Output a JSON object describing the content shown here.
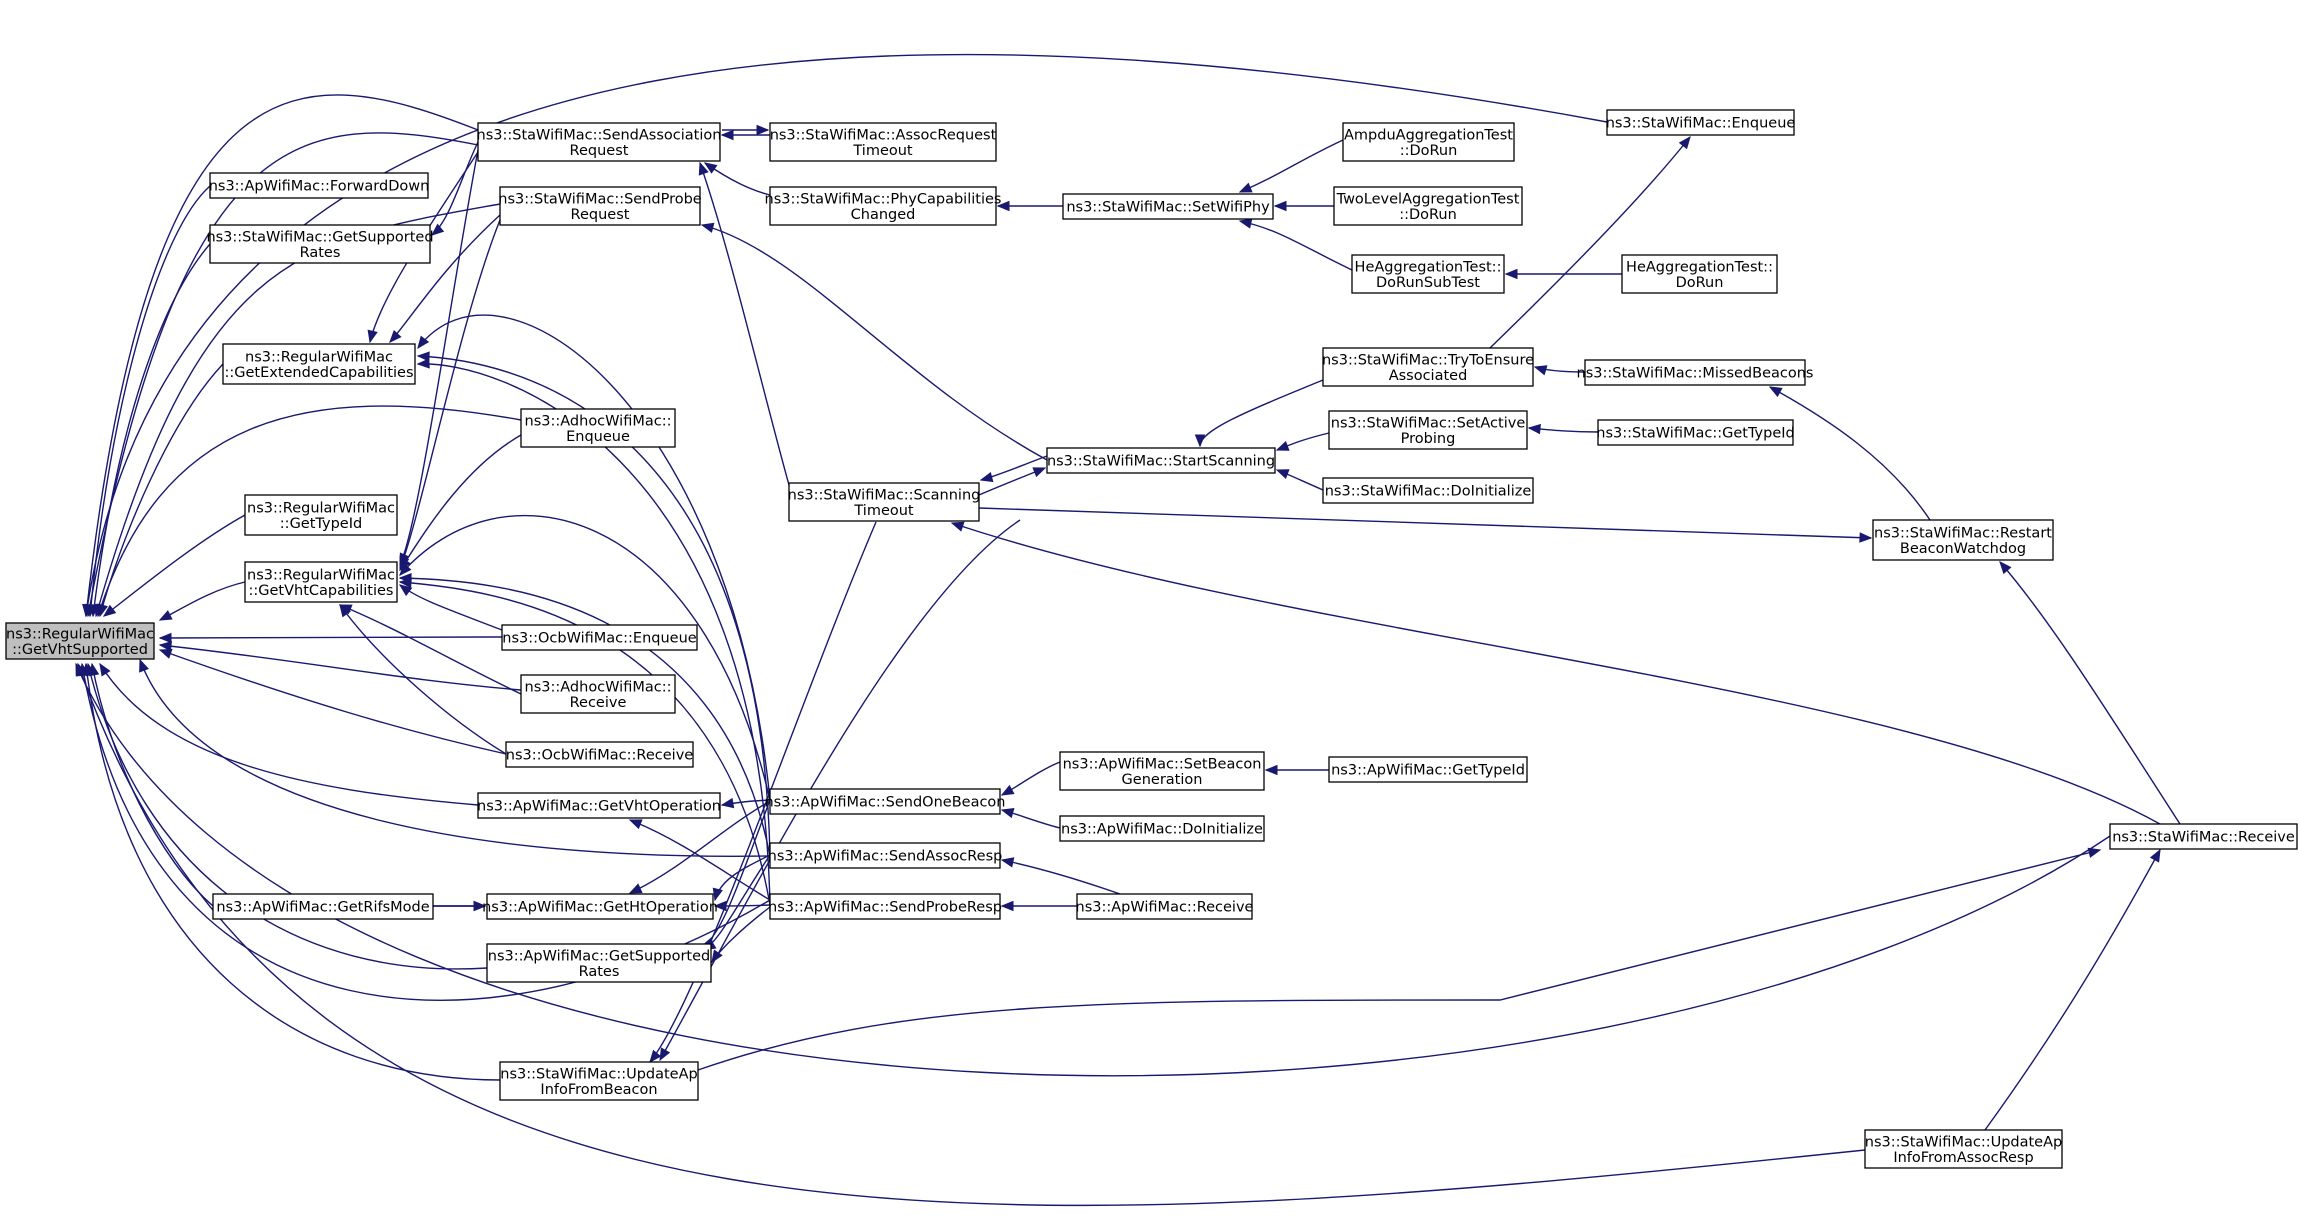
{
  "diagram": {
    "title": "",
    "nodes": [
      {
        "id": "root",
        "lines": [
          "ns3::RegularWifiMac",
          "::GetVhtSupported"
        ],
        "root": true
      },
      {
        "id": "ap_fwd",
        "lines": [
          "ns3::ApWifiMac::ForwardDown"
        ]
      },
      {
        "id": "sta_getsup",
        "lines": [
          "ns3::StaWifiMac::GetSupported",
          "Rates"
        ]
      },
      {
        "id": "rw_getext",
        "lines": [
          "ns3::RegularWifiMac",
          "::GetExtendedCapabilities"
        ]
      },
      {
        "id": "rw_gettype",
        "lines": [
          "ns3::RegularWifiMac",
          "::GetTypeId"
        ]
      },
      {
        "id": "rw_getvht",
        "lines": [
          "ns3::RegularWifiMac",
          "::GetVhtCapabilities"
        ]
      },
      {
        "id": "ap_rifs",
        "lines": [
          "ns3::ApWifiMac::GetRifsMode"
        ]
      },
      {
        "id": "sta_sendassoc",
        "lines": [
          "ns3::StaWifiMac::SendAssociation",
          "Request"
        ]
      },
      {
        "id": "sta_sendprobe",
        "lines": [
          "ns3::StaWifiMac::SendProbe",
          "Request"
        ]
      },
      {
        "id": "adhoc_enq",
        "lines": [
          "ns3::AdhocWifiMac::",
          "Enqueue"
        ]
      },
      {
        "id": "ocb_enq",
        "lines": [
          "ns3::OcbWifiMac::Enqueue"
        ]
      },
      {
        "id": "adhoc_recv",
        "lines": [
          "ns3::AdhocWifiMac::",
          "Receive"
        ]
      },
      {
        "id": "ocb_recv",
        "lines": [
          "ns3::OcbWifiMac::Receive"
        ]
      },
      {
        "id": "ap_getvhtop",
        "lines": [
          "ns3::ApWifiMac::GetVhtOperation"
        ]
      },
      {
        "id": "ap_gethtop",
        "lines": [
          "ns3::ApWifiMac::GetHtOperation"
        ]
      },
      {
        "id": "ap_getsup",
        "lines": [
          "ns3::ApWifiMac::GetSupported",
          "Rates"
        ]
      },
      {
        "id": "sta_updbeacon",
        "lines": [
          "ns3::StaWifiMac::UpdateAp",
          "InfoFromBeacon"
        ]
      },
      {
        "id": "sta_assocreqto",
        "lines": [
          "ns3::StaWifiMac::AssocRequest",
          "Timeout"
        ]
      },
      {
        "id": "sta_phycap",
        "lines": [
          "ns3::StaWifiMac::PhyCapabilities",
          "Changed"
        ]
      },
      {
        "id": "sta_scanto",
        "lines": [
          "ns3::StaWifiMac::Scanning",
          "Timeout"
        ]
      },
      {
        "id": "ap_sendbeacon",
        "lines": [
          "ns3::ApWifiMac::SendOneBeacon"
        ]
      },
      {
        "id": "ap_sendassocresp",
        "lines": [
          "ns3::ApWifiMac::SendAssocResp"
        ]
      },
      {
        "id": "ap_sendproberesp",
        "lines": [
          "ns3::ApWifiMac::SendProbeResp"
        ]
      },
      {
        "id": "sta_setphy",
        "lines": [
          "ns3::StaWifiMac::SetWifiPhy"
        ]
      },
      {
        "id": "sta_startscan",
        "lines": [
          "ns3::StaWifiMac::StartScanning"
        ]
      },
      {
        "id": "ap_setbeacongen",
        "lines": [
          "ns3::ApWifiMac::SetBeacon",
          "Generation"
        ]
      },
      {
        "id": "ap_doinit",
        "lines": [
          "ns3::ApWifiMac::DoInitialize"
        ]
      },
      {
        "id": "ap_recv",
        "lines": [
          "ns3::ApWifiMac::Receive"
        ]
      },
      {
        "id": "ampdu_run",
        "lines": [
          "AmpduAggregationTest",
          "::DoRun"
        ]
      },
      {
        "id": "twolevel_run",
        "lines": [
          "TwoLevelAggregationTest",
          "::DoRun"
        ]
      },
      {
        "id": "he_runsub",
        "lines": [
          "HeAggregationTest::",
          "DoRunSubTest"
        ]
      },
      {
        "id": "sta_tryensure",
        "lines": [
          "ns3::StaWifiMac::TryToEnsure",
          "Associated"
        ]
      },
      {
        "id": "sta_setactive",
        "lines": [
          "ns3::StaWifiMac::SetActive",
          "Probing"
        ]
      },
      {
        "id": "sta_doinit",
        "lines": [
          "ns3::StaWifiMac::DoInitialize"
        ]
      },
      {
        "id": "ap_gettype",
        "lines": [
          "ns3::ApWifiMac::GetTypeId"
        ]
      },
      {
        "id": "sta_enq",
        "lines": [
          "ns3::StaWifiMac::Enqueue"
        ]
      },
      {
        "id": "he_run",
        "lines": [
          "HeAggregationTest::",
          "DoRun"
        ]
      },
      {
        "id": "sta_missed",
        "lines": [
          "ns3::StaWifiMac::MissedBeacons"
        ]
      },
      {
        "id": "sta_gettype",
        "lines": [
          "ns3::StaWifiMac::GetTypeId"
        ]
      },
      {
        "id": "sta_restart",
        "lines": [
          "ns3::StaWifiMac::Restart",
          "BeaconWatchdog"
        ]
      },
      {
        "id": "sta_recv",
        "lines": [
          "ns3::StaWifiMac::Receive"
        ]
      },
      {
        "id": "sta_updassoc",
        "lines": [
          "ns3::StaWifiMac::UpdateAp",
          "InfoFromAssocResp"
        ]
      }
    ]
  }
}
